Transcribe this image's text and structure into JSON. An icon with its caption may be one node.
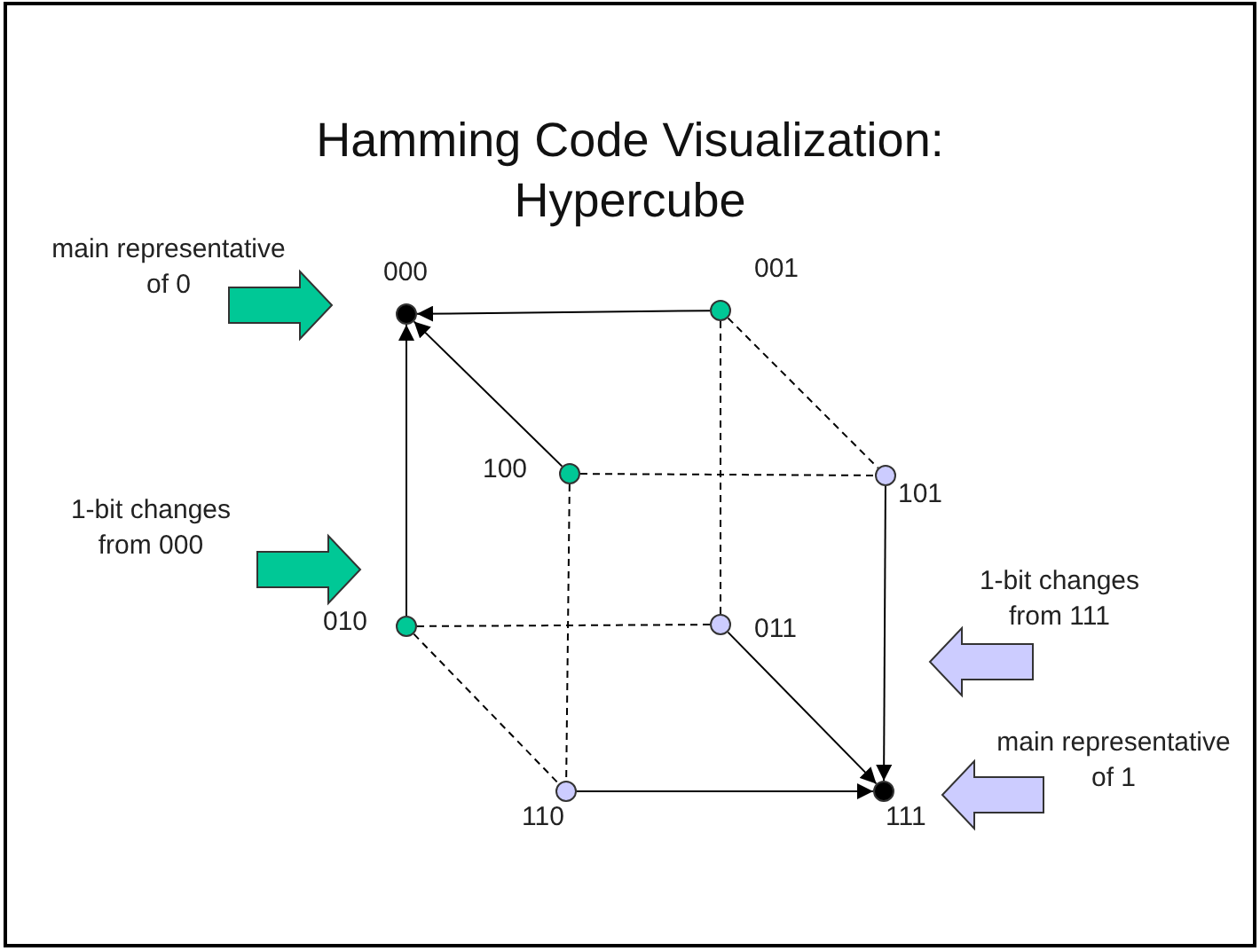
{
  "diagram": {
    "title": "Hamming Code Visualization: Hypercube",
    "nodes": [
      {
        "text": [
          "main representative of 0"
        ]
      },
      {
        "text": [],
        "shape": "circle",
        "beside": [
          "000"
        ]
      },
      {
        "text": [],
        "shape": "circle",
        "beside": [
          "001"
        ]
      },
      {
        "text": [],
        "shape": "circle",
        "beside": [
          "100"
        ]
      },
      {
        "text": [],
        "shape": "circle",
        "beside": [
          "101"
        ]
      },
      {
        "text": [
          "1-bit changes from 000"
        ]
      },
      {
        "text": [],
        "shape": "circle",
        "beside": [
          "010"
        ]
      },
      {
        "text": [],
        "shape": "circle",
        "beside": [
          "011"
        ]
      },
      {
        "text": [
          "1-bit changes from 111"
        ]
      },
      {
        "text": [
          "main representative of 1"
        ]
      },
      {
        "text": [],
        "shape": "circle",
        "beside": [
          "110"
        ]
      },
      {
        "text": [],
        "shape": "circle",
        "beside": [
          "111"
        ]
      }
    ],
    "edges": [
      {
        "from": 2,
        "to": 1,
        "arrow": "to"
      },
      {
        "from": 3,
        "to": 1,
        "arrow": "to"
      },
      {
        "from": 6,
        "to": 1,
        "arrow": "to"
      },
      {
        "from": 2,
        "to": 4,
        "arrow": "none",
        "style": "dashed"
      },
      {
        "from": 2,
        "to": 7,
        "arrow": "none",
        "style": "dashed"
      },
      {
        "from": 3,
        "to": 4,
        "arrow": "none",
        "style": "dashed"
      },
      {
        "from": 3,
        "to": 10,
        "arrow": "none",
        "style": "dashed"
      },
      {
        "from": 6,
        "to": 7,
        "arrow": "none",
        "style": "dashed"
      },
      {
        "from": 6,
        "to": 10,
        "arrow": "none",
        "style": "dashed"
      },
      {
        "from": 4,
        "to": 11,
        "arrow": "to"
      },
      {
        "from": 7,
        "to": 11,
        "arrow": "to"
      },
      {
        "from": 10,
        "to": 11,
        "arrow": "to"
      },
      {
        "from": 0,
        "to": null,
        "arrow": "to",
        "style": "thick",
        "color": "#00c896"
      },
      {
        "from": 5,
        "to": null,
        "arrow": "to",
        "style": "thick",
        "color": "#00c896"
      },
      {
        "from": 8,
        "to": null,
        "arrow": "to",
        "style": "thick",
        "color": "#ccccff"
      },
      {
        "from": 9,
        "to": null,
        "arrow": "to",
        "style": "thick",
        "color": "#ccccff"
      }
    ]
  }
}
